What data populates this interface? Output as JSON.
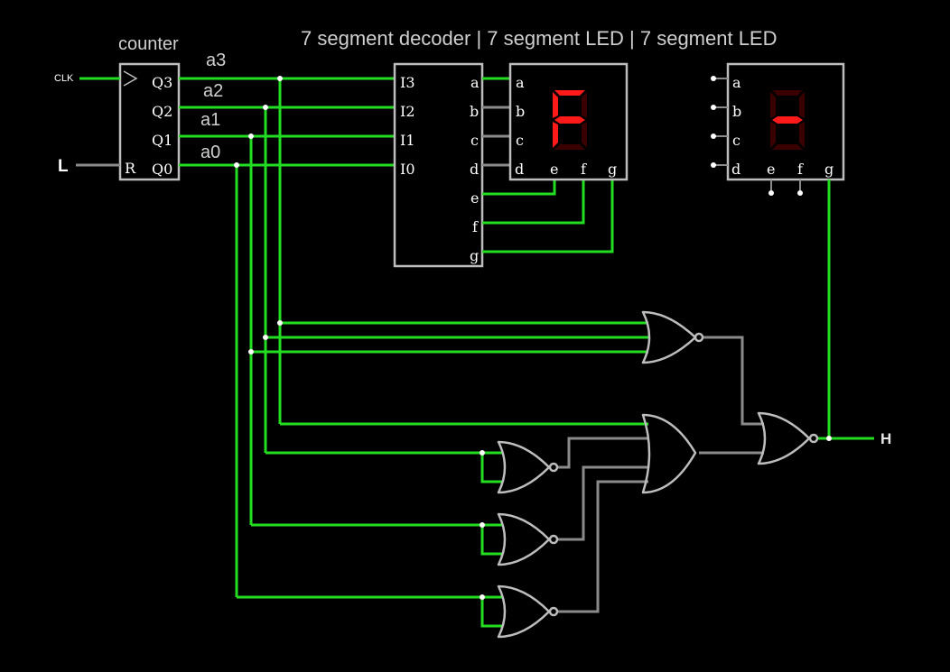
{
  "title": "7 segment decoder  |  7 segment LED   | 7 segment LED",
  "counter": {
    "title": "counter",
    "clk_label": "CLK",
    "reset_pin": "R",
    "outputs": [
      "Q3",
      "Q2",
      "Q1",
      "Q0"
    ]
  },
  "bit_labels": [
    "a3",
    "a2",
    "a1",
    "a0"
  ],
  "input_L": "L",
  "output_H": "H",
  "decoder": {
    "inputs": [
      "I3",
      "I2",
      "I1",
      "I0"
    ],
    "outputs": [
      "a",
      "b",
      "c",
      "d",
      "e",
      "f",
      "g"
    ]
  },
  "led1": {
    "pins_left": [
      "a",
      "b",
      "c",
      "d"
    ],
    "pins_bottom": [
      "e",
      "f",
      "g"
    ],
    "lit_segments": [
      "a",
      "e",
      "f",
      "g"
    ]
  },
  "led2": {
    "pins_left": [
      "a",
      "b",
      "c",
      "d"
    ],
    "pins_bottom": [
      "e",
      "f",
      "g"
    ],
    "lit_segments": [
      "g"
    ]
  },
  "colors": {
    "wire_active": "#22dd22",
    "wire_inactive": "#8a8a8a",
    "segment_on": "#ff1a1a",
    "segment_off": "#3a0000",
    "background": "#000000",
    "component_outline": "#bdbdbd"
  }
}
